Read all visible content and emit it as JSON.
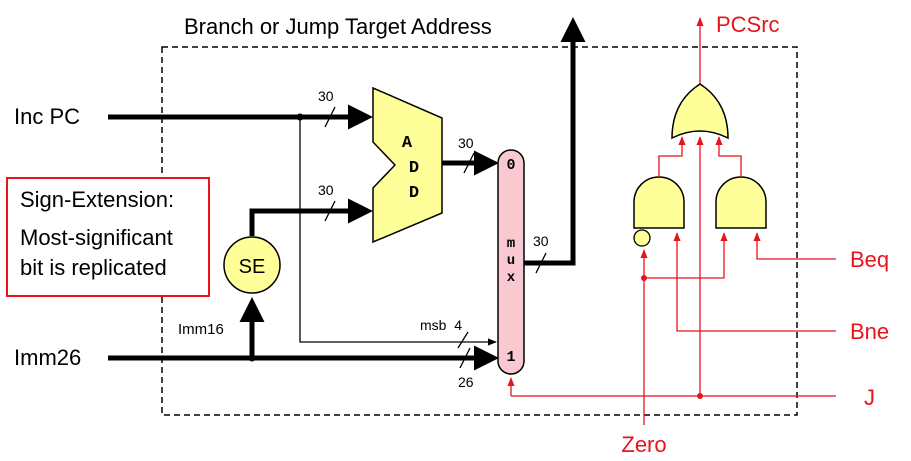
{
  "title": "Branch or Jump Target Address",
  "inputs": {
    "inc_pc": "Inc PC",
    "imm26": "Imm26",
    "imm16": "Imm16"
  },
  "note": {
    "line1": "Sign-Extension:",
    "line2": "Most-significant",
    "line3": "bit is replicated"
  },
  "blocks": {
    "se": "SE",
    "adder": [
      "A",
      "D",
      "D"
    ],
    "mux": [
      "m",
      "u",
      "x"
    ],
    "mux_in0": "0",
    "mux_in1": "1"
  },
  "widths": {
    "incpc": "30",
    "se_out": "30",
    "add_out": "30",
    "mux_out": "30",
    "msb": "msb  4",
    "imm": "26"
  },
  "control": {
    "pcsrc": "PCSrc",
    "beq": "Beq",
    "bne": "Bne",
    "j": "J",
    "zero": "Zero"
  },
  "colors": {
    "control": "#e8141c",
    "adder_fill": "#ffff99",
    "mux_fill": "#f9c8d0",
    "gate_fill": "#ffff99",
    "datapath": "#000000"
  }
}
